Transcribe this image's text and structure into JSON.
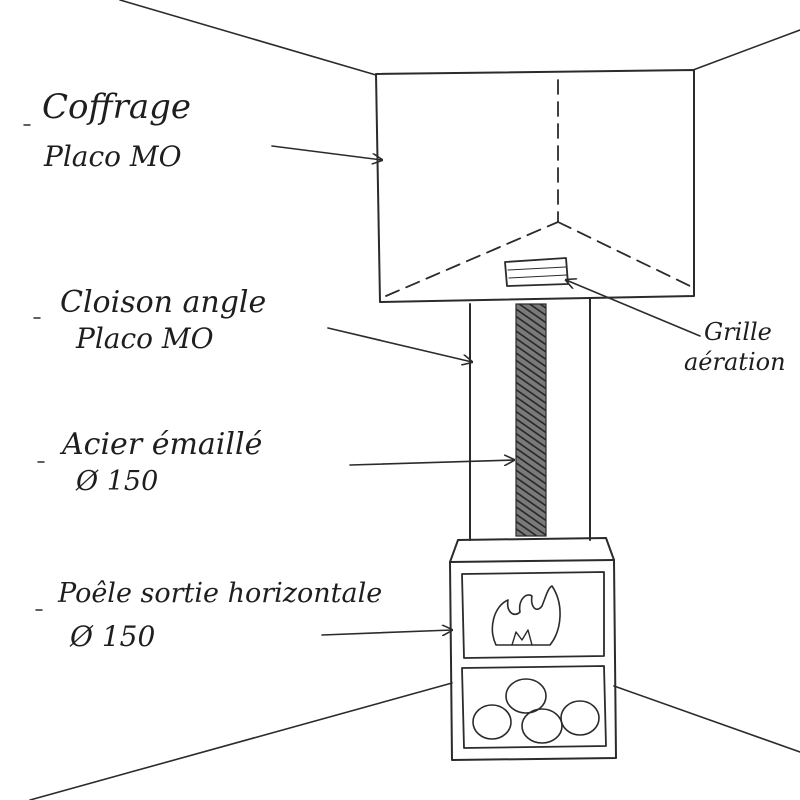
{
  "labels": {
    "coffrage_1": "Coffrage",
    "coffrage_2": "Placo MO",
    "cloison_1": "Cloison angle",
    "cloison_2": "Placo MO",
    "acier_1": "Acier émaillé",
    "acier_2": "Ø 150",
    "poele_1": "Poêle sortie horizontale",
    "poele_2": "Ø 150",
    "grille_1": "Grille",
    "grille_2": "aération"
  },
  "colors": {
    "ink": "#2b2b2b",
    "pipe_hatch": "#3a3a3a",
    "paper": "#ffffff"
  }
}
